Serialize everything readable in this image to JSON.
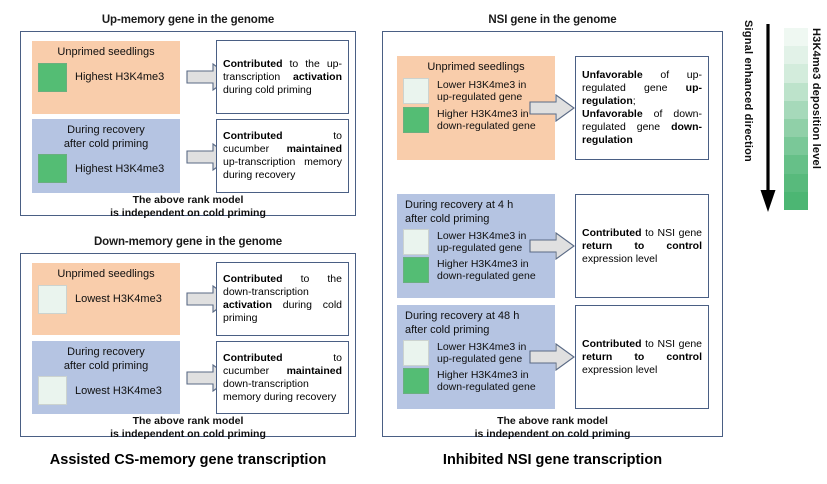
{
  "figure": {
    "left_panel": {
      "caption": "Assisted CS-memory gene transcription",
      "sections": [
        {
          "heading": "Up-memory gene in the genome",
          "rank_note_line1": "The above rank model",
          "rank_note_line2": "is independent on cold priming",
          "rows": [
            {
              "condition_title": "Unprimed seedlings",
              "condition_type": "unprimed",
              "swatches": [
                {
                  "icon": "color-swatch-high",
                  "color": "#54bd74",
                  "label": "Highest H3K4me3"
                }
              ],
              "arrow": "right-block-arrow",
              "result_html": "<b>Contributed</b> to the up-transcription <b>activation</b> during cold priming"
            },
            {
              "condition_title_line1": "During recovery",
              "condition_title_line2": "after cold priming",
              "condition_type": "recovery",
              "swatches": [
                {
                  "icon": "color-swatch-high",
                  "color": "#54bd74",
                  "label": "Highest H3K4me3"
                }
              ],
              "arrow": "right-block-arrow",
              "result_html": "<b>Contributed</b> to cucumber <b>maintained</b> up-transcription memory during recovery"
            }
          ]
        },
        {
          "heading": "Down-memory gene in the genome",
          "rank_note_line1": "The above rank model",
          "rank_note_line2": "is independent on cold priming",
          "rows": [
            {
              "condition_title": "Unprimed seedlings",
              "condition_type": "unprimed",
              "swatches": [
                {
                  "icon": "color-swatch-low",
                  "color": "#eaf4ee",
                  "label": "Lowest H3K4me3"
                }
              ],
              "arrow": "right-block-arrow",
              "result_html": "<b>Contributed</b> to the down-transcription <b>activation</b> during cold priming"
            },
            {
              "condition_title_line1": "During recovery",
              "condition_title_line2": "after cold priming",
              "condition_type": "recovery",
              "swatches": [
                {
                  "icon": "color-swatch-low",
                  "color": "#eaf4ee",
                  "label": "Lowest H3K4me3"
                }
              ],
              "arrow": "right-block-arrow",
              "result_html": "<b>Contributed</b> to cucumber <b>maintained</b> down-transcription memory during recovery"
            }
          ]
        }
      ]
    },
    "right_panel": {
      "caption": "Inhibited NSI gene transcription",
      "heading": "NSI gene in the genome",
      "rank_note_line1": "The above rank model",
      "rank_note_line2": "is independent on cold priming",
      "rows": [
        {
          "condition_title": "Unprimed seedlings",
          "condition_type": "unprimed",
          "swatches": [
            {
              "icon": "color-swatch-low",
              "color": "#eaf4ee",
              "label_line1": "Lower H3K4me3 in",
              "label_line2": "up-regulated gene"
            },
            {
              "icon": "color-swatch-high",
              "color": "#54bd74",
              "label_line1": "Higher H3K4me3 in",
              "label_line2": "down-regulated gene"
            }
          ],
          "arrow": "right-block-arrow",
          "result_html": "<b>Unfavorable</b> of up-regulated gene <b>up-regulation</b>;<br><b>Unfavorable</b> of down-regulated gene <b>down-regulation</b>"
        },
        {
          "condition_title_line1": "During recovery at 4 h",
          "condition_title_line2": "after cold priming",
          "condition_type": "recovery",
          "swatches": [
            {
              "icon": "color-swatch-low",
              "color": "#eaf4ee",
              "label_line1": "Lower H3K4me3 in",
              "label_line2": "up-regulated gene"
            },
            {
              "icon": "color-swatch-high",
              "color": "#54bd74",
              "label_line1": "Higher H3K4me3 in",
              "label_line2": "down-regulated gene"
            }
          ],
          "arrow": "right-block-arrow",
          "result_html": "<b>Contributed</b> to NSI gene <b>return to control</b> expression level"
        },
        {
          "condition_title_line1": "During recovery at 48 h",
          "condition_title_line2": "after cold priming",
          "condition_type": "recovery",
          "swatches": [
            {
              "icon": "color-swatch-low",
              "color": "#eaf4ee",
              "label_line1": "Lower H3K4me3 in",
              "label_line2": "up-regulated gene"
            },
            {
              "icon": "color-swatch-high",
              "color": "#54bd74",
              "label_line1": "Higher H3K4me3 in",
              "label_line2": "down-regulated gene"
            }
          ],
          "arrow": "right-block-arrow",
          "result_html": "<b>Contributed</b> to NSI gene <b>return to control</b> expression level"
        }
      ]
    },
    "legend": {
      "direction_label": "Signal enhanced direction",
      "scale_label": "H3K4me3 deposition level",
      "colorbar_steps": [
        "#eff8f2",
        "#e2f2e8",
        "#d3ecdc",
        "#bde3cb",
        "#a6d9ba",
        "#90d0a8",
        "#7ac898",
        "#66c088",
        "#58ba7c",
        "#4cb673"
      ]
    },
    "colors": {
      "unprimed_bg": "#f9cdab",
      "recovery_bg": "#b5c4e2",
      "panel_border": "#4a5f84",
      "swatch_high": "#54bd74",
      "swatch_low": "#eaf4ee"
    }
  }
}
